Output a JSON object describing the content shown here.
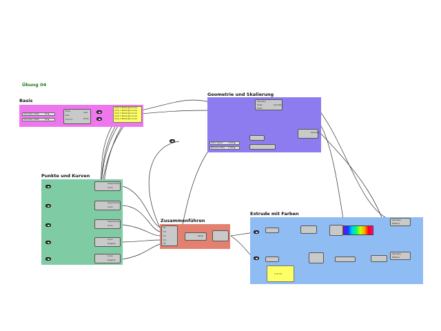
{
  "canvas": {
    "main_title": "Übung 04",
    "groups": [
      {
        "title": "Basis",
        "color": "#ee77ee"
      },
      {
        "title": "Geometrie und Skalierung",
        "color": "#8c7cf0"
      },
      {
        "title": "Punkte und Kurven",
        "color": "#7fcba3"
      },
      {
        "title": "Zusammenführen",
        "color": "#e4806f"
      },
      {
        "title": "Extrude mit Farben",
        "color": "#8fbcf2"
      }
    ],
    "basis": {
      "slider1": "Intervallen Größe",
      "slider2": "Intervallen Größe",
      "val1": "50 ◆",
      "val2": "50 ◆",
      "plane_in": [
        "Plane",
        "Size",
        "Count X"
      ],
      "plane_out": [
        "Cells",
        "Points"
      ],
      "panel_lines": [
        "{0;0} 0 Rectangle Corner",
        "{0;0} 1 Rectangle Corner",
        "{0;0} 2 Rectangle Corner",
        "{0;0} 3 Rectangle Corner",
        "{0;0} 4 Rectangle Corner"
      ]
    },
    "geo": {
      "rows": [
        "Geometry",
        "Origin",
        "Factor"
      ],
      "out": "Geometry",
      "slider1": "Faktor Skalier",
      "slider2": "Extrusion Höhe",
      "v1": "2.000 ◆",
      "v2": "1.000 ◆"
    },
    "curves": {
      "out1": "Closed Points",
      "out2": "Curve",
      "out3": "Tangents"
    },
    "merge": {
      "in": [
        "D1",
        "D2",
        "D3",
        "D4",
        "D5"
      ],
      "out": "Result"
    },
    "extrude": {
      "panel_text": "1 to 10",
      "right1": "Geometry",
      "right2": "Material"
    }
  }
}
